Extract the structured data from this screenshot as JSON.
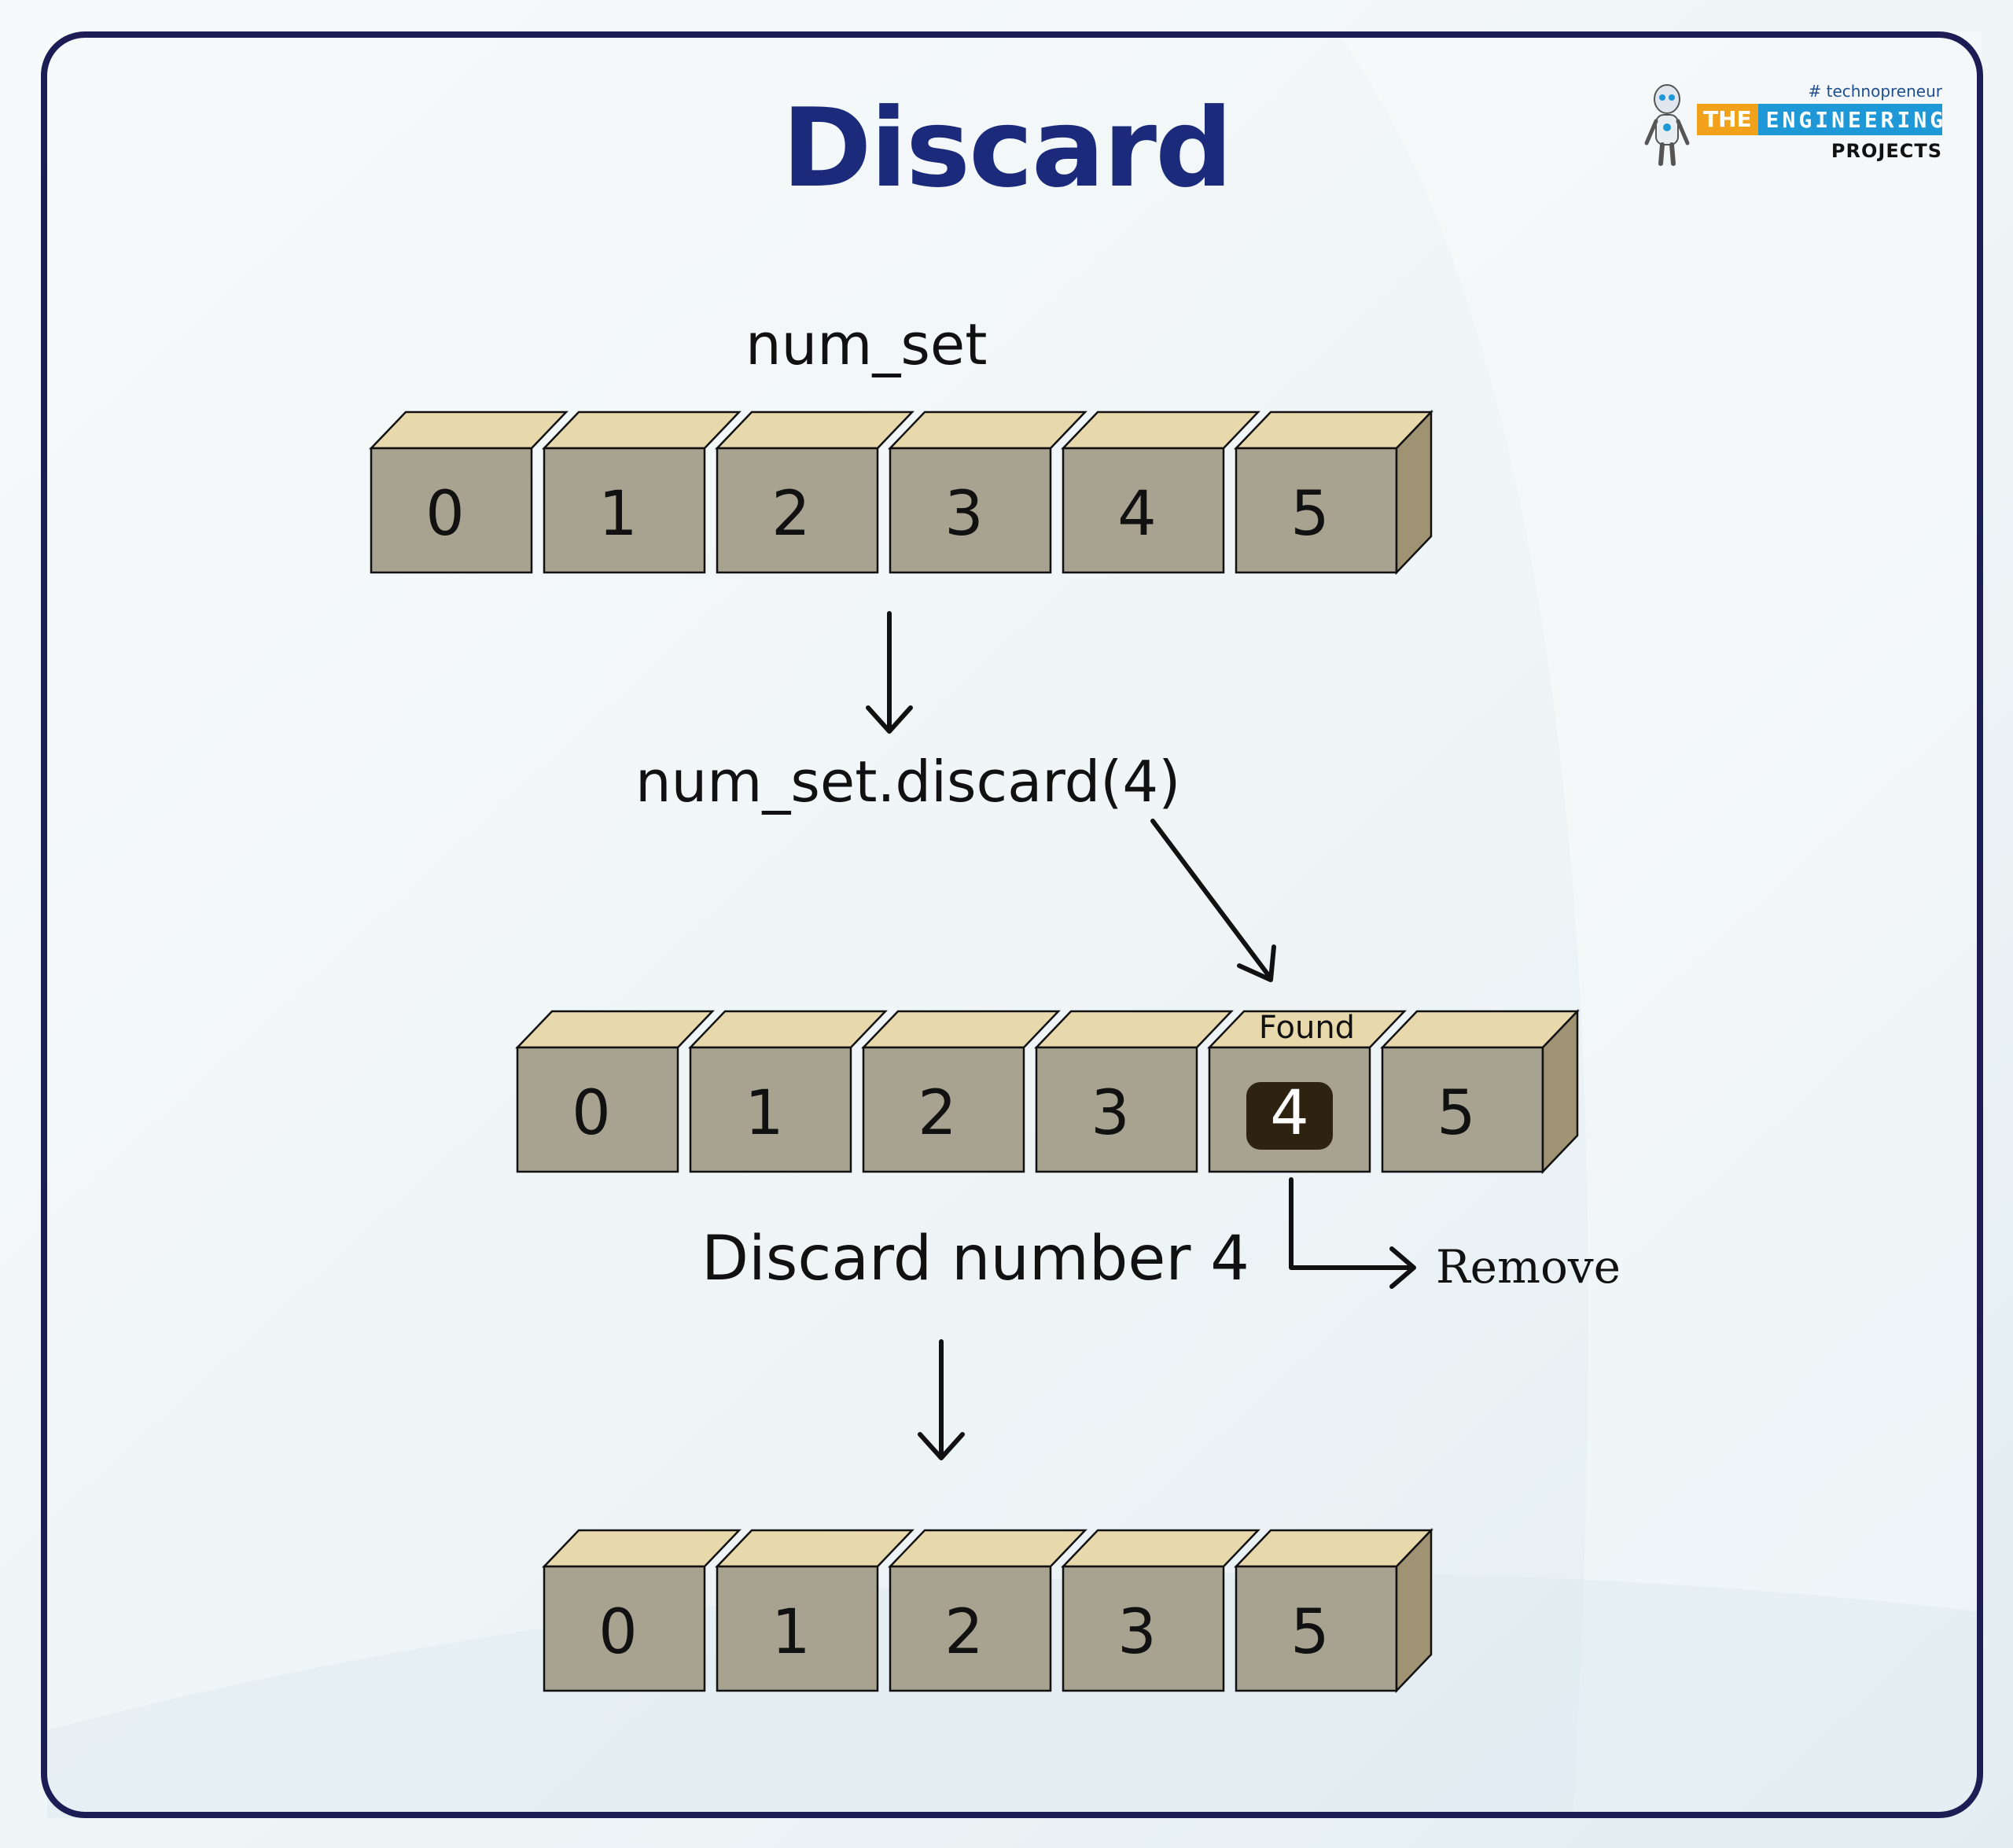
{
  "title": "Discard",
  "logo": {
    "tag": "# technopreneur",
    "the": "THE",
    "engineering": "ENGINEERING",
    "projects": "PROJECTS"
  },
  "labels": {
    "set_name": "num_set",
    "method_call": "num_set.discard(4)",
    "found": "Found",
    "discard_caption": "Discard number 4",
    "remove": "Remove"
  },
  "rows": [
    {
      "name": "initial-set",
      "values": [
        "0",
        "1",
        "2",
        "3",
        "4",
        "5"
      ]
    },
    {
      "name": "search-set",
      "values": [
        "0",
        "1",
        "2",
        "3",
        "4",
        "5"
      ],
      "found_index": 4
    },
    {
      "name": "result-set",
      "values": [
        "0",
        "1",
        "2",
        "3",
        "5"
      ]
    }
  ],
  "colors": {
    "title": "#1b2a7a",
    "frame": "#1d1d55",
    "box_front": "#a8a290",
    "box_top": "#e8d9ad",
    "box_side": "#a09373",
    "found_badge": "#2e2210"
  }
}
